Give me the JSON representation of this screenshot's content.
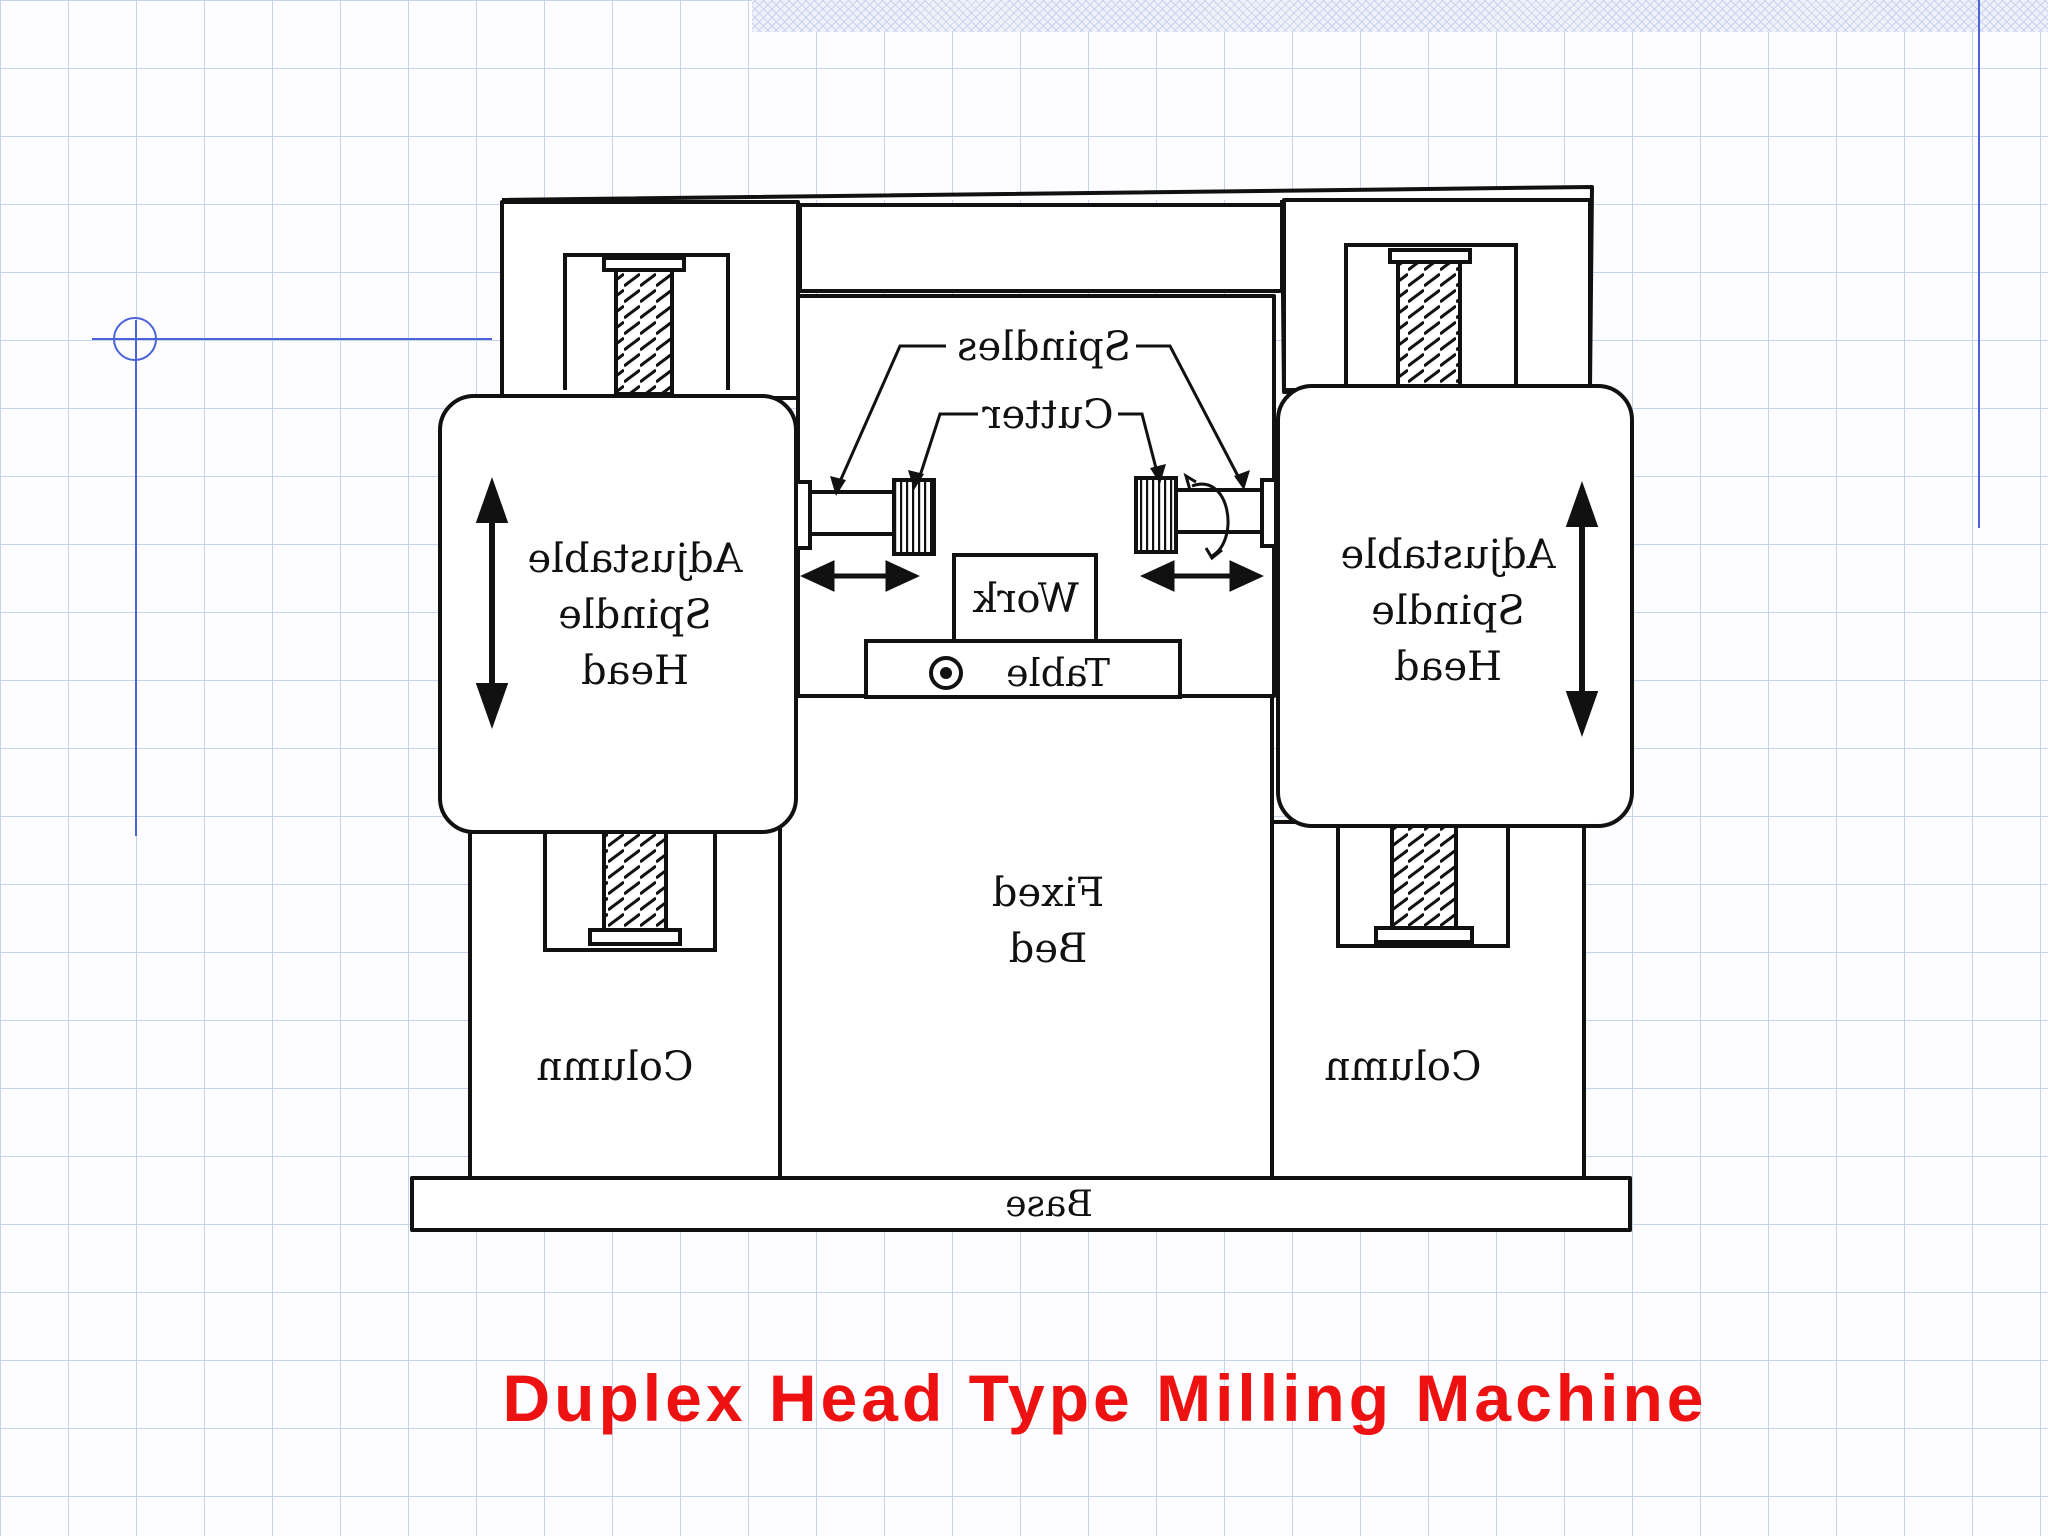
{
  "caption": "Duplex Head Type Milling Machine",
  "labels": {
    "spindles": "Spindles",
    "cutter": "Cutter",
    "work": "Work",
    "table": "Table",
    "head_left": [
      "Adjustable",
      "Spindle",
      "Head"
    ],
    "head_right": [
      "Adjustable",
      "Spindle",
      "Head"
    ],
    "fixed_bed": [
      "Fixed",
      "Bed"
    ],
    "column_left": "Column",
    "column_right": "Column",
    "base": "Base"
  },
  "colors": {
    "caption": "#ee1111",
    "grid": "#c5d3ef",
    "guide": "#4a63d8",
    "ink": "#111111"
  }
}
